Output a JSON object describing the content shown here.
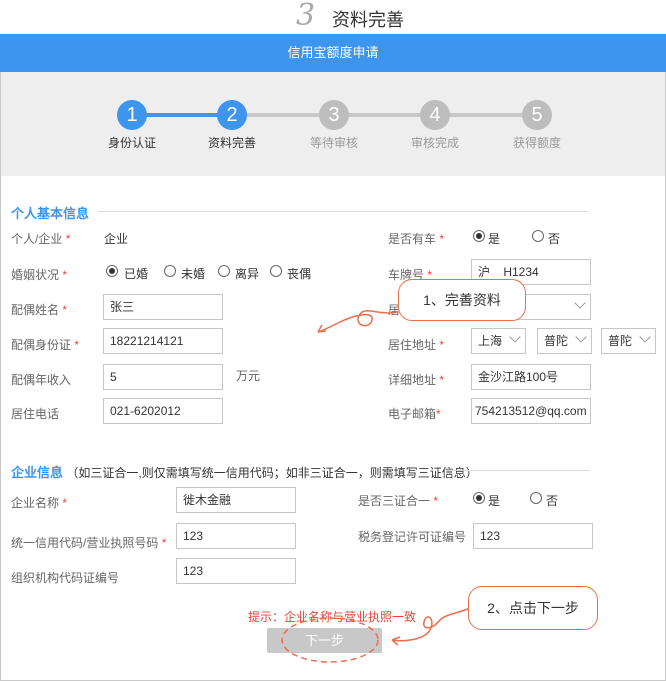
{
  "step_heading": {
    "number": "3",
    "title": "资料完善"
  },
  "window_title": "信用宝额度申请",
  "steps": [
    {
      "num": "1",
      "label": "身份认证",
      "state": "done"
    },
    {
      "num": "2",
      "label": "资料完善",
      "state": "current"
    },
    {
      "num": "3",
      "label": "等待审核",
      "state": "pending"
    },
    {
      "num": "4",
      "label": "审核完成",
      "state": "pending"
    },
    {
      "num": "5",
      "label": "获得额度",
      "state": "pending"
    }
  ],
  "personal": {
    "section_title": "个人基本信息",
    "type_label": "个人/企业",
    "type_value": "企业",
    "marital_label": "婚姻状况",
    "marital_options": [
      "已婚",
      "未婚",
      "离异",
      "丧偶"
    ],
    "marital_selected": "已婚",
    "spouse_name_label": "配偶姓名",
    "spouse_name_value": "张三",
    "spouse_id_label": "配偶身份证",
    "spouse_id_value": "18221214121",
    "spouse_income_label": "配偶年收入",
    "spouse_income_value": "5",
    "income_unit": "万元",
    "phone_label": "居住电话",
    "phone_value": "021-6202012",
    "car_label": "是否有车",
    "car_options": [
      "是",
      "否"
    ],
    "car_selected": "是",
    "plate_label": "车牌号",
    "plate_value": "沪    H1234",
    "row3_label": "居",
    "address_label": "居住地址",
    "address_province": "上海",
    "address_city": "普陀",
    "address_district": "普陀",
    "detail_label": "详细地址",
    "detail_value": "金沙江路100号",
    "email_label": "电子邮箱",
    "email_value": "754213512@qq.com"
  },
  "company": {
    "section_title": "企业信息",
    "section_note": "（如三证合一,则仅需填写统一信用代码；如非三证合一，则需填写三证信息）",
    "name_label": "企业名称",
    "name_value": "徙木金融",
    "three_in_one_label": "是否三证合一",
    "three_in_one_options": [
      "是",
      "否"
    ],
    "three_in_one_selected": "是",
    "credit_code_label": "统一信用代码/营业执照号码",
    "credit_code_value": "123",
    "tax_label": "税务登记许可证编号",
    "tax_value": "123",
    "org_label": "组织机构代码证编号",
    "org_value": "123"
  },
  "required_mark": "*",
  "hint": "提示：企业名称与营业执照一致",
  "next_button": "下一步",
  "callouts": {
    "complete": "1、完善资料",
    "click_next": "2、点击下一步"
  },
  "colors": {
    "accent": "#3d95ee",
    "required": "#e8463a",
    "callout": "#e8704a",
    "inactive": "#bdbdbd"
  }
}
